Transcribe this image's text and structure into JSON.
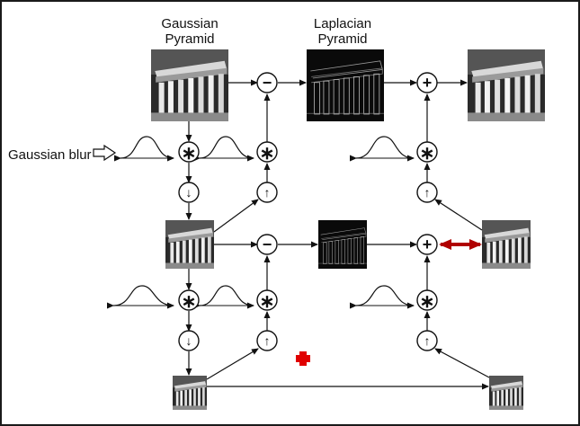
{
  "labels": {
    "gaussian_pyramid_line1": "Gaussian",
    "gaussian_pyramid_line2": "Pyramid",
    "laplacian_pyramid_line1": "Laplacian",
    "laplacian_pyramid_line2": "Pyramid",
    "gaussian_blur": "Gaussian blur"
  },
  "operators": {
    "subtract": "−",
    "add": "+",
    "convolve": "∗",
    "downsample": "↓",
    "upsample": "↑"
  },
  "colors": {
    "highlight_arrow": "#b00000",
    "cursor_cross": "#e00000",
    "line": "#111111"
  }
}
